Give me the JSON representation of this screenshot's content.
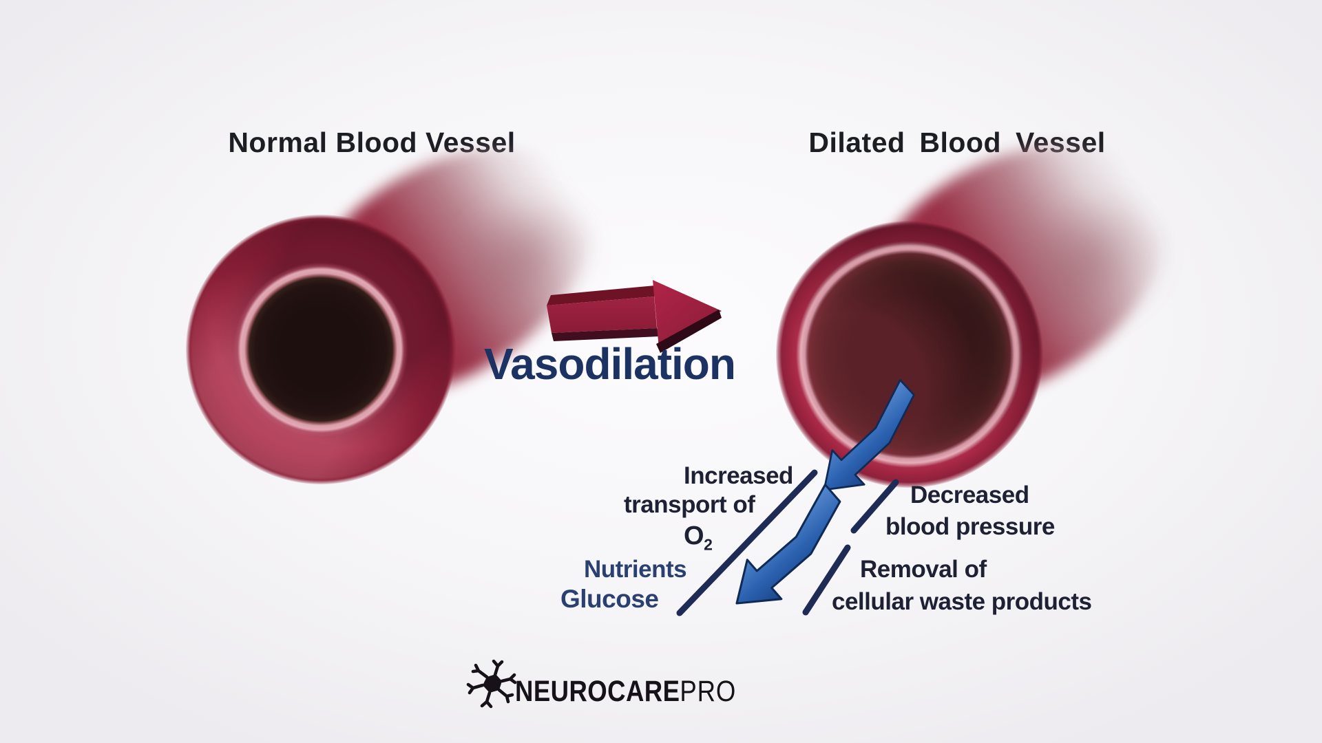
{
  "titles": {
    "left": "Normal Blood Vessel",
    "right": "Dilated Blood Vessel"
  },
  "center": {
    "label": "Vasodilation"
  },
  "annotations": {
    "increased_line1": "Increased",
    "increased_line2": "transport of",
    "o2_base": "O",
    "o2_sub": "2",
    "nutrients": "Nutrients",
    "glucose": "Glucose",
    "decreased_line1": "Decreased",
    "decreased_line2": "blood pressure",
    "removal_line1": "Removal of",
    "removal_line2": "cellular waste products"
  },
  "logo": {
    "brand_bold": "NEUROCARE",
    "brand_light": "PRO",
    "icon": "neuron-icon"
  },
  "icons": {
    "red_arrow": "vasodilation-arrow-icon",
    "blue_arrow_upper": "flow-arrow-upper-icon",
    "blue_arrow_lower": "flow-arrow-lower-icon"
  },
  "theme": {
    "bg": "#f4f3f5",
    "ink": "#1d2133",
    "navy": "#2a4070",
    "title-ink": "#1c1e24",
    "vaso-navy": "#1b3263",
    "crimson": "#a32642",
    "crimson-dark": "#6e1226",
    "blue-arrow": "#2b62b0",
    "slash": "#1d2b55",
    "logo-ink": "#17121a"
  }
}
